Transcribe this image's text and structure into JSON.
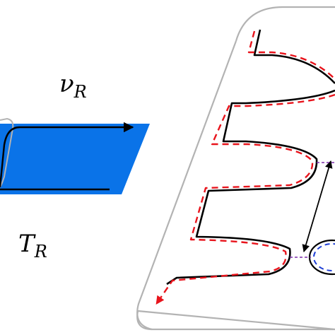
{
  "labels": {
    "nu_symbol": "ν",
    "nu_subscript": "R",
    "t_symbol": "T",
    "t_subscript": "R"
  },
  "colors": {
    "ribbon_fill": "#0a73e8",
    "edge_path": "#000000",
    "dashed_path": "#e8141c",
    "panel_border": "#b3b3b3",
    "loop_dashed": "#1f3fd6",
    "connector_dashed": "#7a2aa8"
  }
}
